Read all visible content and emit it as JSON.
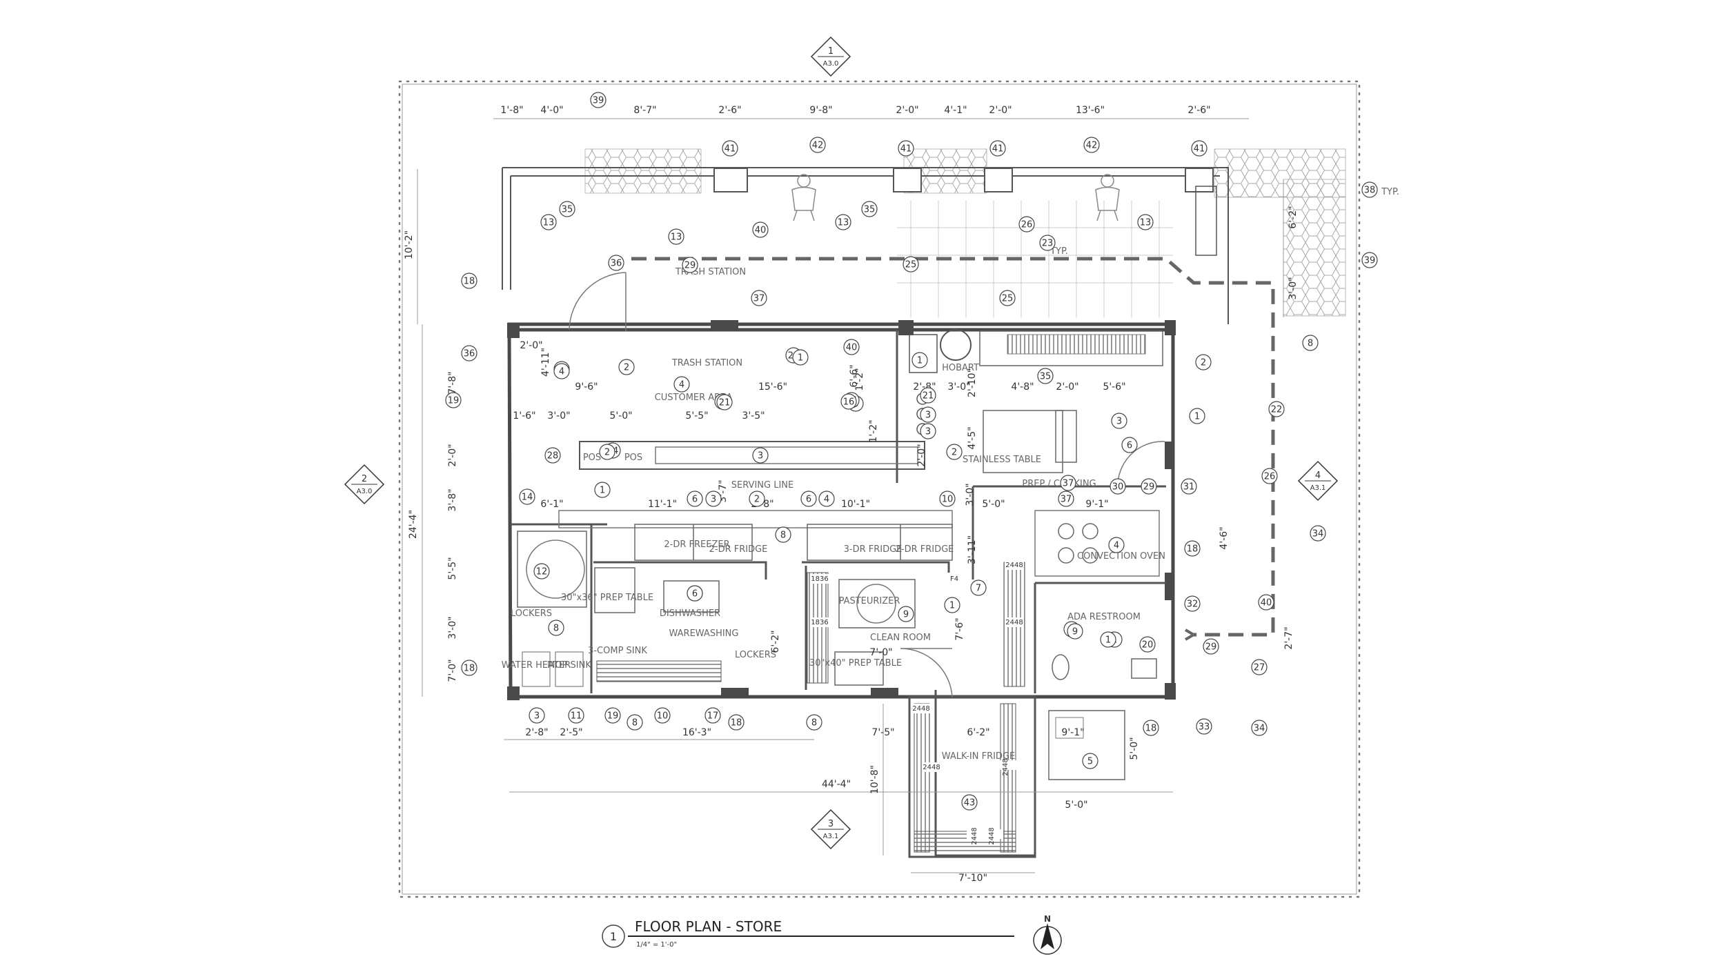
{
  "drawing": {
    "title": "FLOOR PLAN - STORE",
    "scale": "1/4\" = 1'-0\"",
    "view_number": "1",
    "north_symbol": "N"
  },
  "section_markers": [
    {
      "num": "1",
      "sheet": "A3.0"
    },
    {
      "num": "2",
      "sheet": "A3.0"
    },
    {
      "num": "3",
      "sheet": "A3.1"
    },
    {
      "num": "4",
      "sheet": "A3.1"
    }
  ],
  "room_labels": [
    "TRASH STATION",
    "TRASH STATION",
    "CUSTOMER AREA",
    "SERVING LINE",
    "HOBART",
    "STAINLESS TABLE",
    "PREP / COOKING",
    "2-DR FREEZER",
    "2-DR FRIDGE",
    "3-DR FRIDGE",
    "2-DR FRIDGE",
    "CONVECTION OVEN",
    "LOCKERS",
    "30\"x36\" PREP TABLE",
    "DISHWASHER",
    "WAREWASHING",
    "3-COMP SINK",
    "LOCKERS",
    "PASTEURIZER",
    "CLEAN ROOM",
    "30\"x40\" PREP TABLE",
    "ADA RESTROOM",
    "WATER HEATER",
    "MOP SINK",
    "WALK-IN FRIDGE",
    "POS",
    "POS",
    "TYP.",
    "TYP."
  ],
  "dimensions": [
    "1'-8\"",
    "4'-0\"",
    "8'-7\"",
    "2'-6\"",
    "9'-8\"",
    "2'-0\"",
    "4'-1\"",
    "2'-0\"",
    "13'-6\"",
    "2'-6\"",
    "10'-2\"",
    "6'-2\"",
    "3'-0\"",
    "2'-0\"",
    "4'-11\"",
    "9'-6\"",
    "15'-6\"",
    "7'-8\"",
    "1'-6\"",
    "3'-0\"",
    "5'-0\"",
    "5'-5\"",
    "3'-5\"",
    "1'-2\"",
    "2'-8\"",
    "2'-10\"",
    "4'-8\"",
    "2'-0\"",
    "5'-6\"",
    "3'-0\"",
    "4'-5\"",
    "6'-6\"",
    "2'-0\"",
    "1'-2\"",
    "2'-0\"",
    "24'-4\"",
    "3'-8\"",
    "6'-1\"",
    "11'-1\"",
    "2'-8\"",
    "10'-1\"",
    "3'-7\"",
    "3'-0\"",
    "5'-0\"",
    "9'-1\"",
    "4'-6\"",
    "3'-11\"",
    "5'-5\"",
    "3'-0\"",
    "6'-2\"",
    "7'-6\"",
    "7'-0\"",
    "2'-7\"",
    "7'-0\"",
    "2'-8\"",
    "2'-5\"",
    "16'-3\"",
    "7'-5\"",
    "6'-2\"",
    "9'-1\"",
    "5'-0\"",
    "44'-4\"",
    "10'-8\"",
    "5'-0\"",
    "7'-10\""
  ],
  "keynotes": [
    "39",
    "41",
    "42",
    "41",
    "41",
    "42",
    "41",
    "38",
    "39",
    "13",
    "35",
    "13",
    "35",
    "13",
    "26",
    "23",
    "13",
    "40",
    "36",
    "29",
    "25",
    "18",
    "37",
    "25",
    "8",
    "36",
    "18",
    "4",
    "2",
    "4",
    "24",
    "40",
    "1",
    "35",
    "2",
    "19",
    "8",
    "8",
    "21",
    "15",
    "16",
    "21",
    "3",
    "3",
    "3",
    "6",
    "1",
    "22",
    "28",
    "44",
    "2",
    "37",
    "30",
    "29",
    "31",
    "26",
    "14",
    "1",
    "6",
    "3",
    "2",
    "6",
    "4",
    "10",
    "37",
    "8",
    "12",
    "4",
    "18",
    "34",
    "6",
    "4",
    "7",
    "9",
    "1",
    "32",
    "40",
    "8",
    "9",
    "1",
    "9",
    "1",
    "20",
    "29",
    "27",
    "18",
    "3",
    "11",
    "19",
    "8",
    "10",
    "17",
    "18",
    "8",
    "18",
    "33",
    "34",
    "5",
    "43",
    "1",
    "3",
    "2"
  ],
  "equipment_codes": [
    "1836",
    "1836",
    "2448",
    "2448",
    "2448",
    "2448",
    "2448",
    "2448",
    "2448",
    "F4"
  ],
  "colors": {
    "line": "#555555",
    "wall": "#4a4a4a",
    "light_line": "#9a9a9a",
    "hatch": "#a8a8a8",
    "text": "#333333"
  }
}
